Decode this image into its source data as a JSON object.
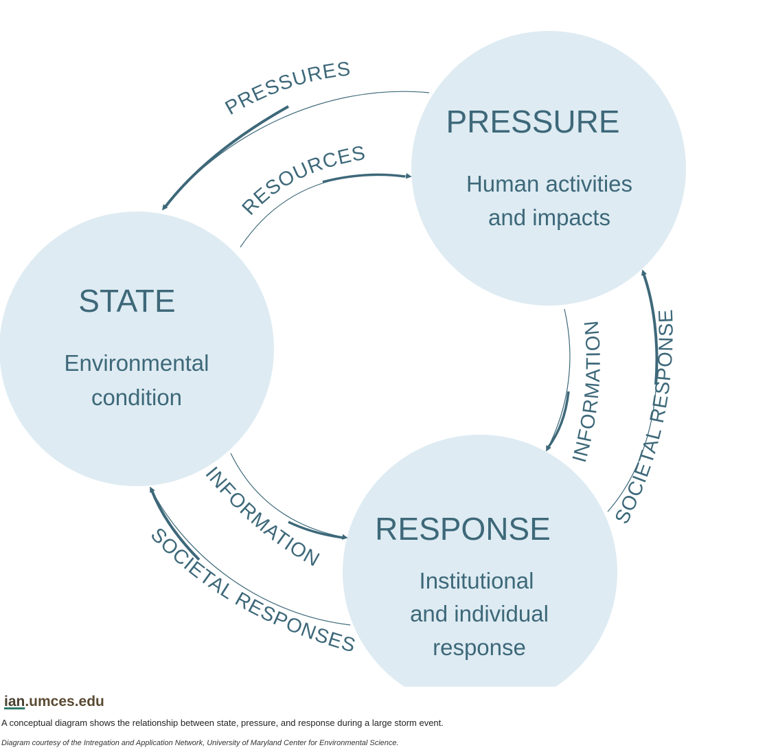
{
  "colors": {
    "circle_fill": "#deebf2",
    "text": "#3d6879",
    "arrow": "#3d6879"
  },
  "nodes": {
    "pressure": {
      "title": "PRESSURE",
      "desc": [
        "Human activities",
        "and impacts"
      ]
    },
    "state": {
      "title": "STATE",
      "desc": [
        "Environmental",
        "condition"
      ]
    },
    "response": {
      "title": "RESPONSE",
      "desc": [
        "Institutional",
        "and individual",
        "response"
      ]
    }
  },
  "flows": {
    "pressures": "PRESSURES",
    "resources": "RESOURCES",
    "information_pr": "INFORMATION",
    "societal_rp": "SOCIETAL RESPONSES",
    "information_sr": "INFORMATION",
    "societal_rs": "SOCIETAL RESPONSES"
  },
  "footer": {
    "logo_ian": "ian",
    "logo_rest": ".umces.edu",
    "caption": "A conceptual diagram shows the relationship between state, pressure, and response during a large storm event.",
    "credit": "Diagram courtesy of the Intregation and Application Network, University of Maryland Center for Environmental Science."
  }
}
